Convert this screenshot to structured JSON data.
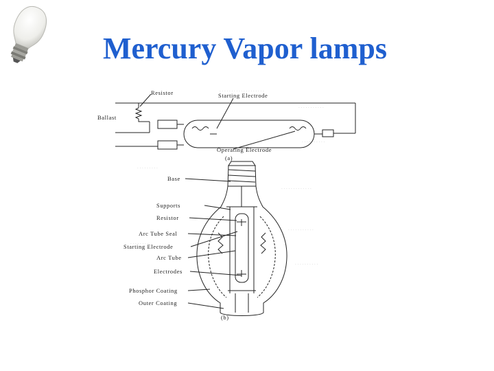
{
  "slide": {
    "title": "Mercury Vapor lamps",
    "title_color": "#1f5fcf"
  },
  "icons": {
    "bulb": "light-bulb-icon"
  },
  "diagram_a": {
    "caption": "(a)",
    "labels": {
      "resistor": "Resistor",
      "starting_electrode": "Starting Electrode",
      "ballast": "Ballast",
      "operating_electrode": "Operating Electrode"
    }
  },
  "diagram_b": {
    "caption": "(b)",
    "labels": {
      "base": "Base",
      "supports": "Supports",
      "resistor": "Resistor",
      "arc_tube_seal": "Arc Tube Seal",
      "starting_electrode": "Starting Electrode",
      "arc_tube": "Arc Tube",
      "electrodes": "Electrodes",
      "phosphor_coating": "Phosphor Coating",
      "outer_coating": "Outer Coating"
    }
  }
}
